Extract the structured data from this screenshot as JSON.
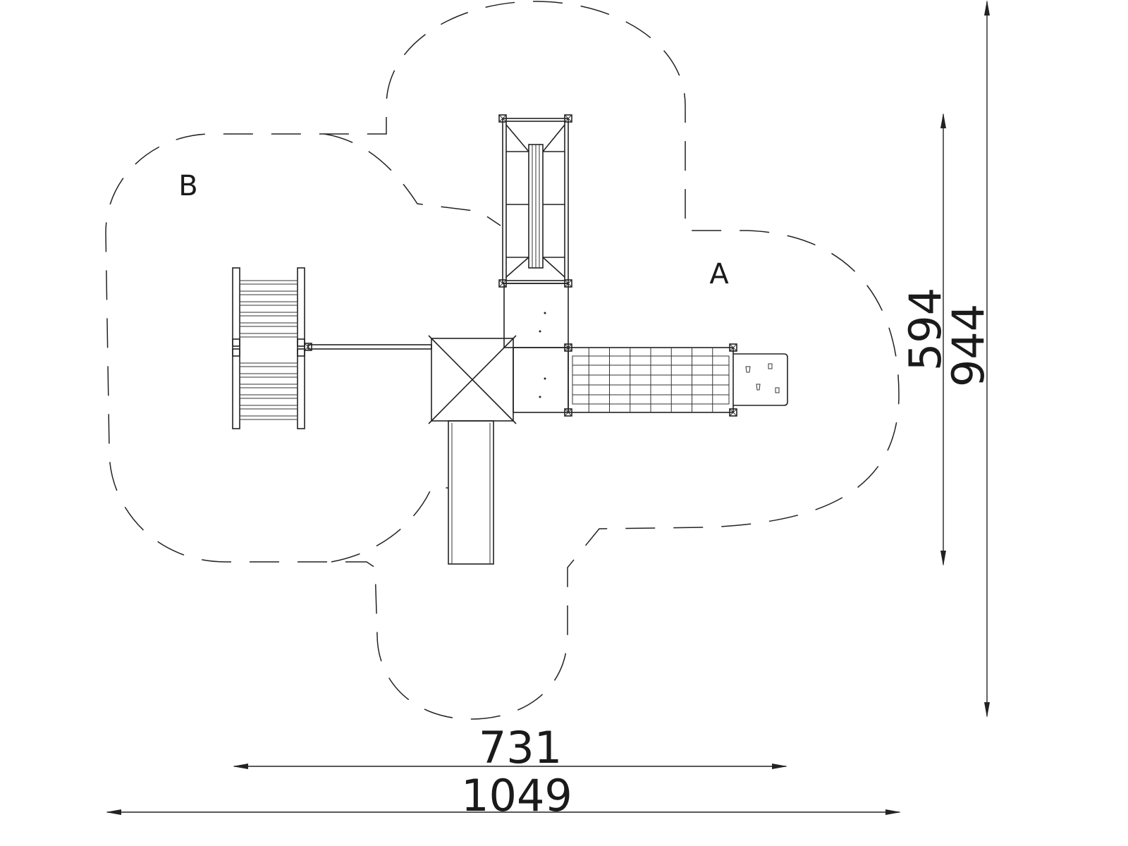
{
  "zones": {
    "a": "A",
    "b": "B"
  },
  "dimensions": {
    "inner_width": "731",
    "outer_width": "1049",
    "inner_height": "594",
    "outer_height": "944"
  },
  "colors": {
    "line": "#222222",
    "background": "#ffffff"
  }
}
